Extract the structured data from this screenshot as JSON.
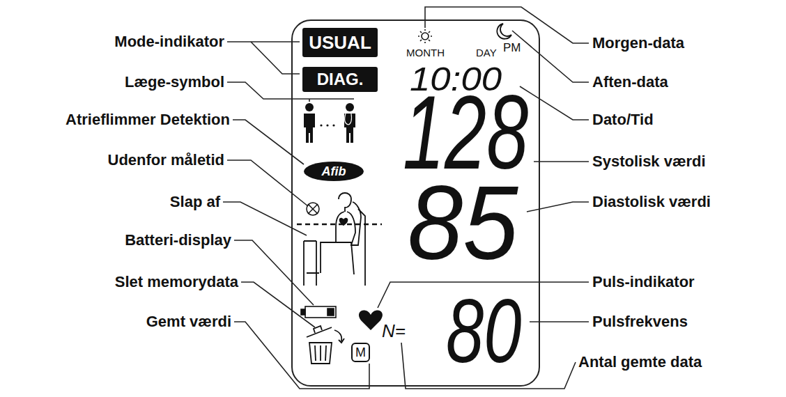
{
  "diagram": {
    "nodes": [
      {
        "text": [
          "MONTH",
          "DAY",
          "PM",
          "10:00",
          "128",
          "85",
          "N=",
          "80"
        ]
      },
      {
        "text": [
          "USUAL"
        ],
        "in": 0
      },
      {
        "text": [
          "DIAG."
        ],
        "in": 0
      },
      {
        "text": [
          "Afib"
        ],
        "in": 0
      },
      {
        "text": [
          "M"
        ],
        "in": 0
      }
    ],
    "labels": [
      "Mode-indikator",
      "Læge-symbol",
      "Atrieflimmer Detektion",
      "Udenfor måletid",
      "Slap af",
      "Batteri-display",
      "Slet memorydata",
      "Gemt værdi",
      "Morgen-data",
      "Aften-data",
      "Dato/Tid",
      "Systolisk værdi",
      "Diastolisk værdi",
      "Puls-indikator",
      "Pulsfrekvens",
      "Antal gemte data"
    ]
  }
}
